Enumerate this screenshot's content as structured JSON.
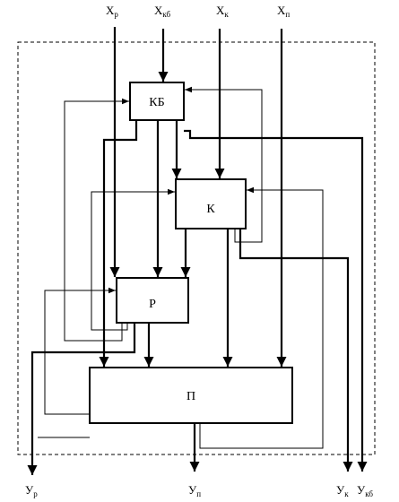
{
  "inputs": {
    "x_r": "Х",
    "x_r_sub": "р",
    "x_kb": "Х",
    "x_kb_sub": "кб",
    "x_k": "Х",
    "x_k_sub": "к",
    "x_p": "Х",
    "x_p_sub": "п"
  },
  "blocks": {
    "kb": "КБ",
    "k": "К",
    "r": "Р",
    "p": "П"
  },
  "outputs": {
    "y_r": "У",
    "y_r_sub": "р",
    "y_p": "У",
    "y_p_sub": "п",
    "y_k": "У",
    "y_k_sub": "к",
    "y_kb": "У",
    "y_kb_sub": "кб"
  }
}
